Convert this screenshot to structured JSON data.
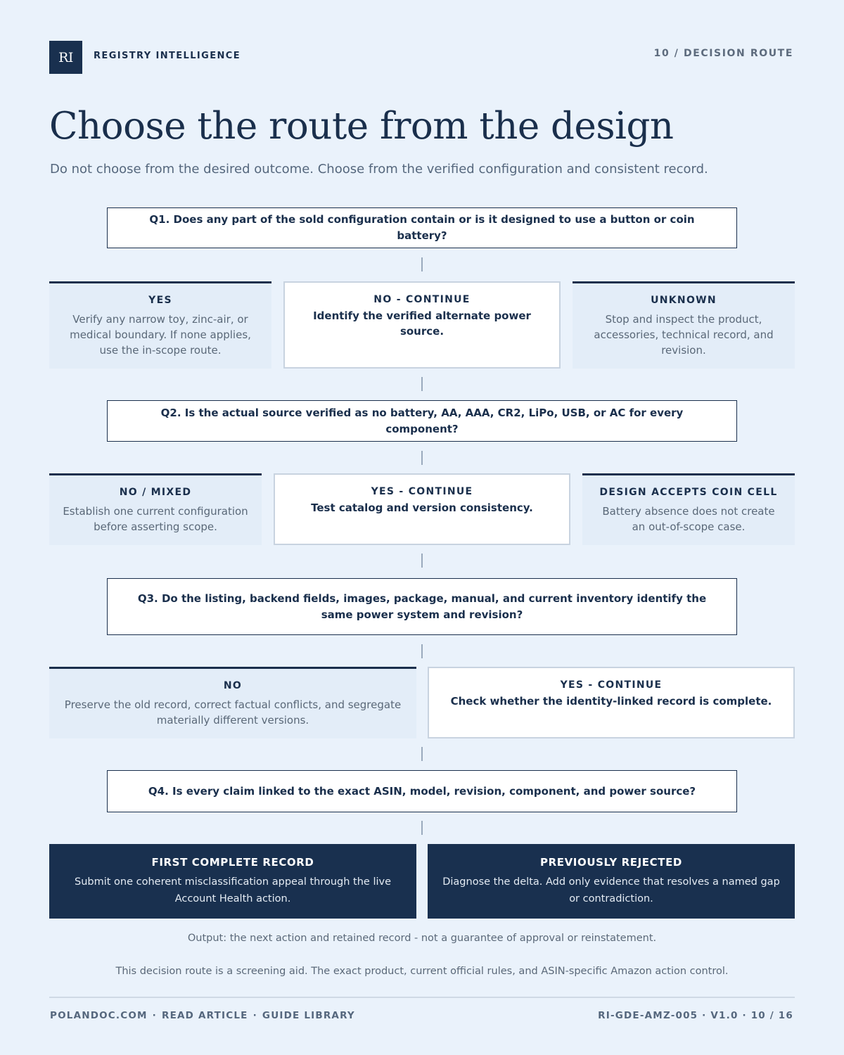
{
  "header": {
    "logo_text": "RI",
    "brand": "REGISTRY INTELLIGENCE",
    "section": "10 / DECISION ROUTE"
  },
  "title": "Choose the route from the design",
  "subtitle": "Do not choose from the desired outcome. Choose from the verified configuration and consistent record.",
  "questions": [
    "Q1. Does any part of the sold configuration contain or is it designed to use a button or coin battery?",
    "Q2. Is the actual source verified as no battery, AA, AAA, CR2, LiPo, USB, or AC for every component?",
    "Q3. Do the listing, backend fields, images, package, manual, and current inventory identify the same power system and revision?",
    "Q4. Is every claim linked to the exact ASIN, model, revision, component, and power source?"
  ],
  "row1": [
    {
      "label": "YES",
      "body": "Verify any narrow toy, zinc-air, or medical boundary. If none applies, use the in-scope route."
    },
    {
      "label": "NO - CONTINUE",
      "body": "Identify the verified alternate power source."
    },
    {
      "label": "UNKNOWN",
      "body": "Stop and inspect the product, accessories, technical record, and revision."
    }
  ],
  "row2": [
    {
      "label": "NO / MIXED",
      "body": "Establish one current configuration before asserting scope."
    },
    {
      "label": "YES - CONTINUE",
      "body": "Test catalog and version consistency."
    },
    {
      "label": "DESIGN ACCEPTS COIN CELL",
      "body": "Battery absence does not create an out-of-scope case."
    }
  ],
  "row3": [
    {
      "label": "NO",
      "body": "Preserve the old record, correct factual conflicts, and segregate materially different versions."
    },
    {
      "label": "YES - CONTINUE",
      "body": "Check whether the identity-linked record is complete."
    }
  ],
  "outcomes": [
    {
      "label": "FIRST COMPLETE RECORD",
      "body": "Submit one coherent misclassification appeal through the live Account Health action."
    },
    {
      "label": "PREVIOUSLY REJECTED",
      "body": "Diagnose the delta. Add only evidence that resolves a named gap or contradiction."
    }
  ],
  "output_note": "Output: the next action and retained record - not a guarantee of approval or reinstatement.",
  "disclaimer": "This decision route is a screening aid. The exact product, current official rules, and ASIN-specific Amazon action control.",
  "footer": {
    "links": [
      "POLANDOC.COM",
      "READ ARTICLE",
      "GUIDE LIBRARY"
    ],
    "separator": "·",
    "doc_id": "RI-GDE-AMZ-005 · V1.0 · 10 / 16"
  }
}
